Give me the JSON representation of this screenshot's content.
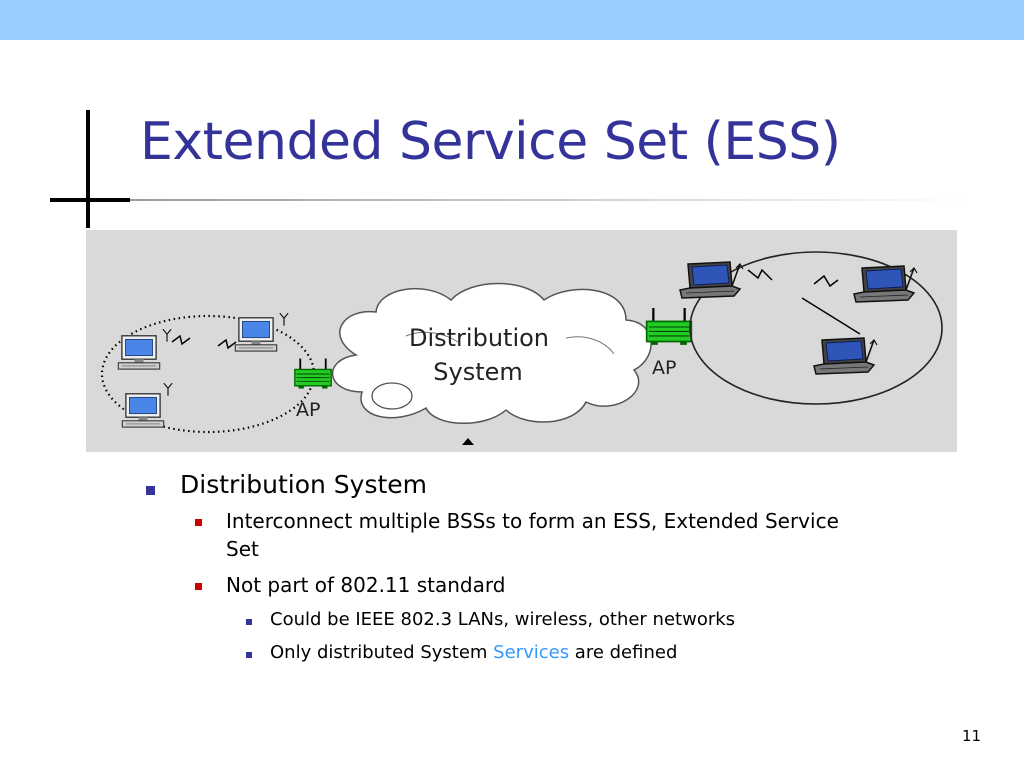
{
  "slide": {
    "title": "Extended Service Set (ESS)",
    "page_number": "11"
  },
  "diagram": {
    "cloud_line1": "Distribution",
    "cloud_line2": "System",
    "ap_left": "AP",
    "ap_right": "AP"
  },
  "bullets": {
    "level1": "Distribution System",
    "level2_a": "Interconnect multiple BSSs to form an ESS, Extended Service Set",
    "level2_b": "Not part of 802.11 standard",
    "level3_a": "Could be IEEE 802.3 LANs, wireless, other networks",
    "level3_b_prefix": "Only distributed System ",
    "level3_b_link": "Services",
    "level3_b_suffix": " are defined"
  },
  "colors": {
    "title": "#333399",
    "top_band": "#99ccff",
    "bullet_level1": "#333399",
    "bullet_level2": "#cc0000",
    "link": "#3399ff",
    "diagram_background": "#d9d9d9",
    "access_point": "#22cc22"
  }
}
